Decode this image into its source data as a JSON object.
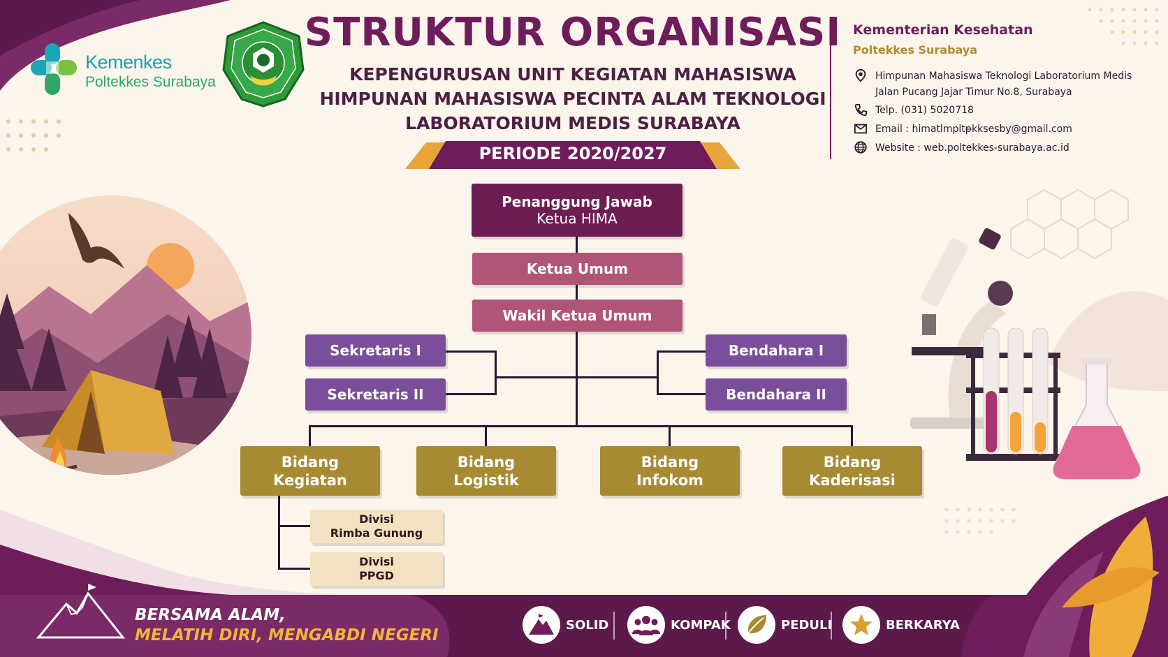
{
  "header": {
    "logo": {
      "line1": "Kemenkes",
      "line2": "Poltekkes Surabaya"
    },
    "title": "STRUKTUR ORGANISASI",
    "subtitle_lines": [
      "KEPENGURUSAN UNIT KEGIATAN MAHASISWA",
      "HIMPUNAN MAHASISWA PECINTA ALAM TEKNOLOGI",
      "LABORATORIUM MEDIS SURABAYA"
    ],
    "periode": "PERIODE 2020/2027"
  },
  "contact": {
    "org_name": "Kementerian Kesehatan",
    "org_sub": "Poltekkes Surabaya",
    "address_line1": "Himpunan Mahasiswa Teknologi Laboratorium Medis",
    "address_line2": "Jalan Pucang Jajar Timur No.8, Surabaya",
    "phone": "Telp. (031) 5020718",
    "email": "Email : himatlmpltᵽkksesby@gmail.com",
    "website": "Website : web.poltekkes-surabaya.ac.id",
    "icons": [
      "location-pin-icon",
      "phone-icon",
      "email-icon",
      "globe-icon"
    ]
  },
  "org": {
    "top": {
      "line1": "Penanggung Jawab",
      "line2": "Ketua HIMA"
    },
    "ketua": "Ketua Umum",
    "wakil": "Wakil Ketua Umum",
    "sekretaris": [
      "Sekretaris I",
      "Sekretaris II"
    ],
    "bendahara": [
      "Bendahara I",
      "Bendahara II"
    ],
    "bidang": [
      {
        "line1": "Bidang",
        "line2": "Kegiatan"
      },
      {
        "line1": "Bidang",
        "line2": "Logistik"
      },
      {
        "line1": "Bidang",
        "line2": "Infokom"
      },
      {
        "line1": "Bidang",
        "line2": "Kaderisasi"
      }
    ],
    "divisi": [
      {
        "line1": "Divisi",
        "line2": "Rimba Gunung"
      },
      {
        "line1": "Divisi",
        "line2": "PPGD"
      }
    ]
  },
  "footer": {
    "slogan1": "BERSAMA ALAM,",
    "slogan2": "MELATIH DIRI, MENGABDI NEGERI",
    "values": [
      {
        "label": "SOLID",
        "icon": "mountain-icon"
      },
      {
        "label": "KOMPAK",
        "icon": "group-icon"
      },
      {
        "label": "PEDULI",
        "icon": "leaf-icon"
      },
      {
        "label": "BERKARYA",
        "icon": "star-icon"
      }
    ]
  },
  "colors": {
    "primary": "#6e1d5a",
    "pink": "#b05479",
    "purple": "#7a4e9a",
    "gold": "#a88a33",
    "cream": "#f2e2c2"
  }
}
